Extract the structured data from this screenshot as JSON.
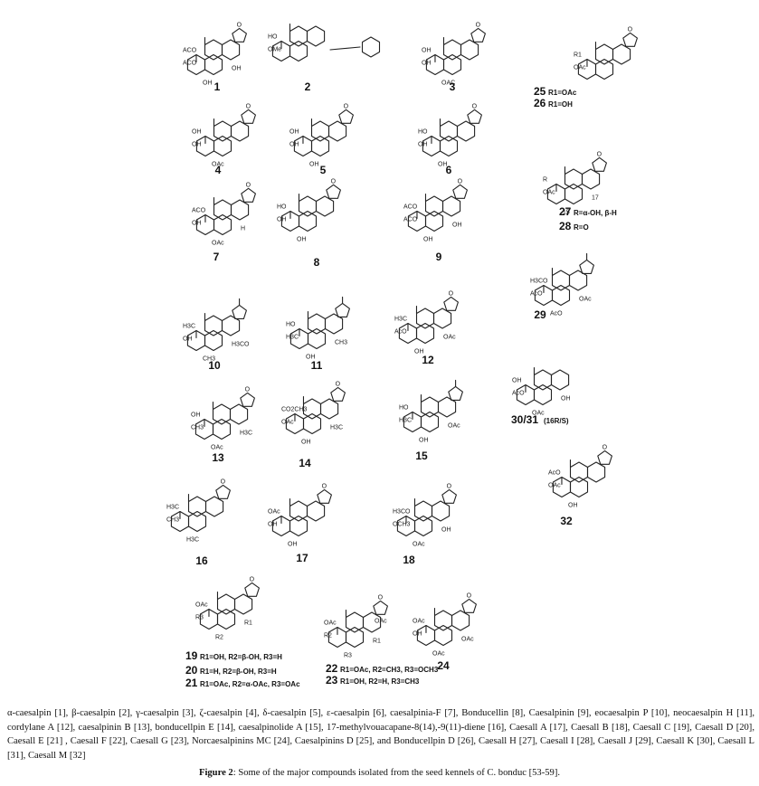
{
  "compounds": [
    {
      "n": "1",
      "subs": [
        "ACO",
        "ACO",
        "OH",
        "OH"
      ]
    },
    {
      "n": "2",
      "subs": [
        "HO",
        "OMe"
      ]
    },
    {
      "n": "3",
      "subs": [
        "OH",
        "OH",
        "OAC"
      ]
    },
    {
      "n": "4",
      "subs": [
        "OH",
        "OH",
        "OAc"
      ]
    },
    {
      "n": "5",
      "subs": [
        "OH",
        "OH",
        "OH"
      ]
    },
    {
      "n": "6",
      "subs": [
        "HO",
        "OH",
        "OH"
      ]
    },
    {
      "n": "7",
      "subs": [
        "ACO",
        "OH",
        "OAc",
        "H"
      ]
    },
    {
      "n": "8",
      "subs": [
        "HO",
        "OH",
        "OH"
      ]
    },
    {
      "n": "9",
      "subs": [
        "ACO",
        "ACO",
        "OH",
        "OH"
      ]
    },
    {
      "n": "10",
      "subs": [
        "H3C",
        "OH",
        "CH3",
        "H3CO"
      ]
    },
    {
      "n": "11",
      "subs": [
        "HO",
        "H3C",
        "OH",
        "CH3"
      ]
    },
    {
      "n": "12",
      "subs": [
        "H3C",
        "AcO",
        "OH",
        "OAc"
      ]
    },
    {
      "n": "13",
      "subs": [
        "OH",
        "CH3",
        "OAc",
        "H3C"
      ]
    },
    {
      "n": "14",
      "subs": [
        "CO2CH3",
        "OAc",
        "OH",
        "H3C"
      ]
    },
    {
      "n": "15",
      "subs": [
        "HO",
        "H3C",
        "OH",
        "OAc"
      ]
    },
    {
      "n": "16",
      "subs": [
        "H3C",
        "CH3",
        "H3C"
      ]
    },
    {
      "n": "17",
      "subs": [
        "OAc",
        "OH",
        "OH"
      ]
    },
    {
      "n": "18",
      "subs": [
        "H3CO",
        "OCH3",
        "OAc",
        "OH"
      ]
    },
    {
      "n": "19",
      "subs": [
        "OAc",
        "R3",
        "R2",
        "R1"
      ]
    },
    {
      "n": "22",
      "subs": [
        "OAc",
        "R2",
        "R3",
        "R1",
        "OAc"
      ]
    },
    {
      "n": "24",
      "subs": [
        "OAc",
        "OH",
        "OAc",
        "OAc"
      ]
    },
    {
      "n": "25",
      "subs": [
        "R1",
        "OAc"
      ]
    },
    {
      "n": "27",
      "subs": [
        "R",
        "OAc",
        "15",
        "17"
      ]
    },
    {
      "n": "29",
      "subs": [
        "H3CO",
        "AcO",
        "AcO",
        "OAc"
      ]
    },
    {
      "n": "30/31",
      "subs": [
        "OH",
        "AcO",
        "OAc",
        "OH"
      ]
    },
    {
      "n": "32",
      "subs": [
        "AcO",
        "OAc",
        "OH"
      ]
    }
  ],
  "rgroup_labels": [
    {
      "n": "19",
      "text": "R1=OH, R2=β-OH, R3=H"
    },
    {
      "n": "20",
      "text": "R1=H, R2=β-OH, R3=H"
    },
    {
      "n": "21",
      "text": "R1=OAc, R2=α-OAc, R3=OAc"
    },
    {
      "n": "22",
      "text": "R1=OAc, R2=CH3, R3=OCH3"
    },
    {
      "n": "23",
      "text": "R1=OH, R2=H, R3=CH3"
    },
    {
      "n": "25",
      "text": "R1=OAc"
    },
    {
      "n": "26",
      "text": "R1=OH"
    },
    {
      "n": "27",
      "text": "R=α-OH, β-H"
    },
    {
      "n": "28",
      "text": "R=O"
    },
    {
      "n": "30/31",
      "text": "(16R/S)"
    }
  ],
  "names_text": "α-caesalpin [1], β-caesalpin [2], γ-caesalpin [3], ζ-caesalpin [4], δ-caesalpin [5], ε-caesalpin [6], caesalpinia-F [7], Bonducellin [8], Caesalpinin [9], eocaesalpin P [10], neocaesalpin H [11], cordylane A [12], caesalpinin B [13], bonducellpin E [14], caesalpinolide A [15], 17-methylvouacapane-8(14),-9(11)-diene [16], Caesall A [17], Caesall B [18], Caesall C [19], Caesall D [20], Caesall E [21] , Caesall F [22], Caesall G [23], Norcaesalpinins MC [24], Caesalpinins D [25], and Bonducellpin D [26], Caesall H [27], Caesall I [28], Caesall J [29], Caesall K [30], Caesall L [31], Caesall M [32]",
  "caption": {
    "label": "Figure 2",
    "text": ": Some of the major compounds isolated from the seed kennels of C. bonduc [53-59]."
  }
}
